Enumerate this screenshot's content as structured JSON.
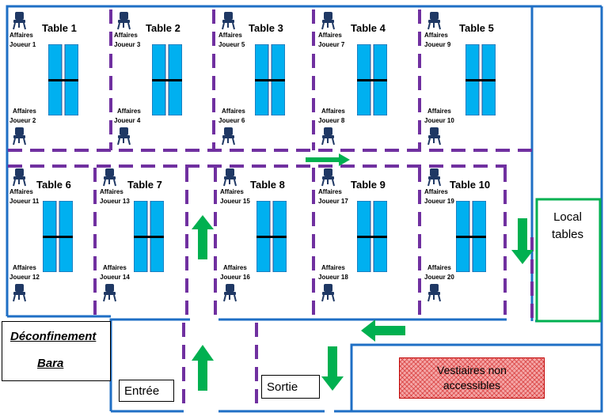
{
  "title_box": {
    "line1": "Déconfinement",
    "line2": "Bara"
  },
  "entrance_label": "Entrée",
  "exit_label": "Sortie",
  "local_tables": {
    "line1": "Local",
    "line2": "tables"
  },
  "cloakroom": {
    "line1": "Vestiaires non",
    "line2": "accessibles"
  },
  "belongings_label": "Affaires",
  "tables": [
    {
      "name": "Table 1",
      "players": [
        "Joueur 1",
        "Joueur 2"
      ]
    },
    {
      "name": "Table 2",
      "players": [
        "Joueur 3",
        "Joueur 4"
      ]
    },
    {
      "name": "Table 3",
      "players": [
        "Joueur 5",
        "Joueur 6"
      ]
    },
    {
      "name": "Table 4",
      "players": [
        "Joueur 7",
        "Joueur 8"
      ]
    },
    {
      "name": "Table 5",
      "players": [
        "Joueur 9",
        "Joueur 10"
      ]
    },
    {
      "name": "Table 6",
      "players": [
        "Joueur 11",
        "Joueur 12"
      ]
    },
    {
      "name": "Table 7",
      "players": [
        "Joueur 13",
        "Joueur 14"
      ]
    },
    {
      "name": "Table 8",
      "players": [
        "Joueur 15",
        "Joueur 16"
      ]
    },
    {
      "name": "Table 9",
      "players": [
        "Joueur 17",
        "Joueur 18"
      ]
    },
    {
      "name": "Table 10",
      "players": [
        "Joueur 19",
        "Joueur 20"
      ]
    }
  ],
  "colors": {
    "wall": "#1f6fc5",
    "divider": "#7030a0",
    "arrow": "#00b050",
    "table": "#00b0f0",
    "chair": "#1f3864"
  }
}
